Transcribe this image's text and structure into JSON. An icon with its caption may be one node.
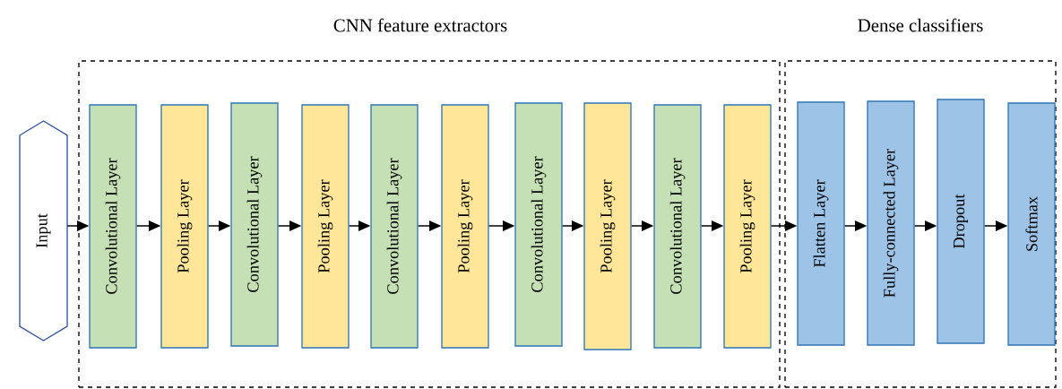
{
  "diagram": {
    "nodes": [
      {
        "text": [
          "CNN feature extractors"
        ]
      },
      {
        "text": [
          "Dense classifiers"
        ]
      },
      {
        "text": [
          "Input"
        ]
      },
      {
        "text": [
          "Convolutional Layer"
        ],
        "in": 0
      },
      {
        "text": [
          "Pooling Layer"
        ],
        "in": 0
      },
      {
        "text": [
          "Convolutional Layer"
        ],
        "in": 0
      },
      {
        "text": [
          "Pooling Layer"
        ],
        "in": 0
      },
      {
        "text": [
          "Convolutional Layer"
        ],
        "in": 0
      },
      {
        "text": [
          "Pooling Layer"
        ],
        "in": 0
      },
      {
        "text": [
          "Convolutional Layer"
        ],
        "in": 0
      },
      {
        "text": [
          "Pooling Layer"
        ],
        "in": 0
      },
      {
        "text": [
          "Convolutional Layer"
        ],
        "in": 0
      },
      {
        "text": [
          "Pooling Layer"
        ],
        "in": 0
      },
      {
        "text": [
          "Flatten Layer"
        ],
        "in": 1
      },
      {
        "text": [
          "Fully-connected Layer"
        ],
        "in": 1
      },
      {
        "text": [
          "Dropout"
        ],
        "in": 1
      },
      {
        "text": [
          "Softmax"
        ],
        "in": 1
      }
    ],
    "edges": [
      {
        "from": 2,
        "to": 3,
        "arrow": "to"
      },
      {
        "from": 3,
        "to": 4,
        "arrow": "to"
      },
      {
        "from": 4,
        "to": 5,
        "arrow": "to"
      },
      {
        "from": 5,
        "to": 6,
        "arrow": "to"
      },
      {
        "from": 6,
        "to": 7,
        "arrow": "to"
      },
      {
        "from": 7,
        "to": 8,
        "arrow": "to"
      },
      {
        "from": 8,
        "to": 9,
        "arrow": "to"
      },
      {
        "from": 9,
        "to": 10,
        "arrow": "to"
      },
      {
        "from": 10,
        "to": 11,
        "arrow": "to"
      },
      {
        "from": 11,
        "to": 12,
        "arrow": "to"
      },
      {
        "from": 12,
        "to": 13,
        "arrow": "to"
      },
      {
        "from": 13,
        "to": 14,
        "arrow": "to"
      },
      {
        "from": 14,
        "to": 15,
        "arrow": "to"
      },
      {
        "from": 15,
        "to": 16,
        "arrow": "to"
      }
    ]
  }
}
